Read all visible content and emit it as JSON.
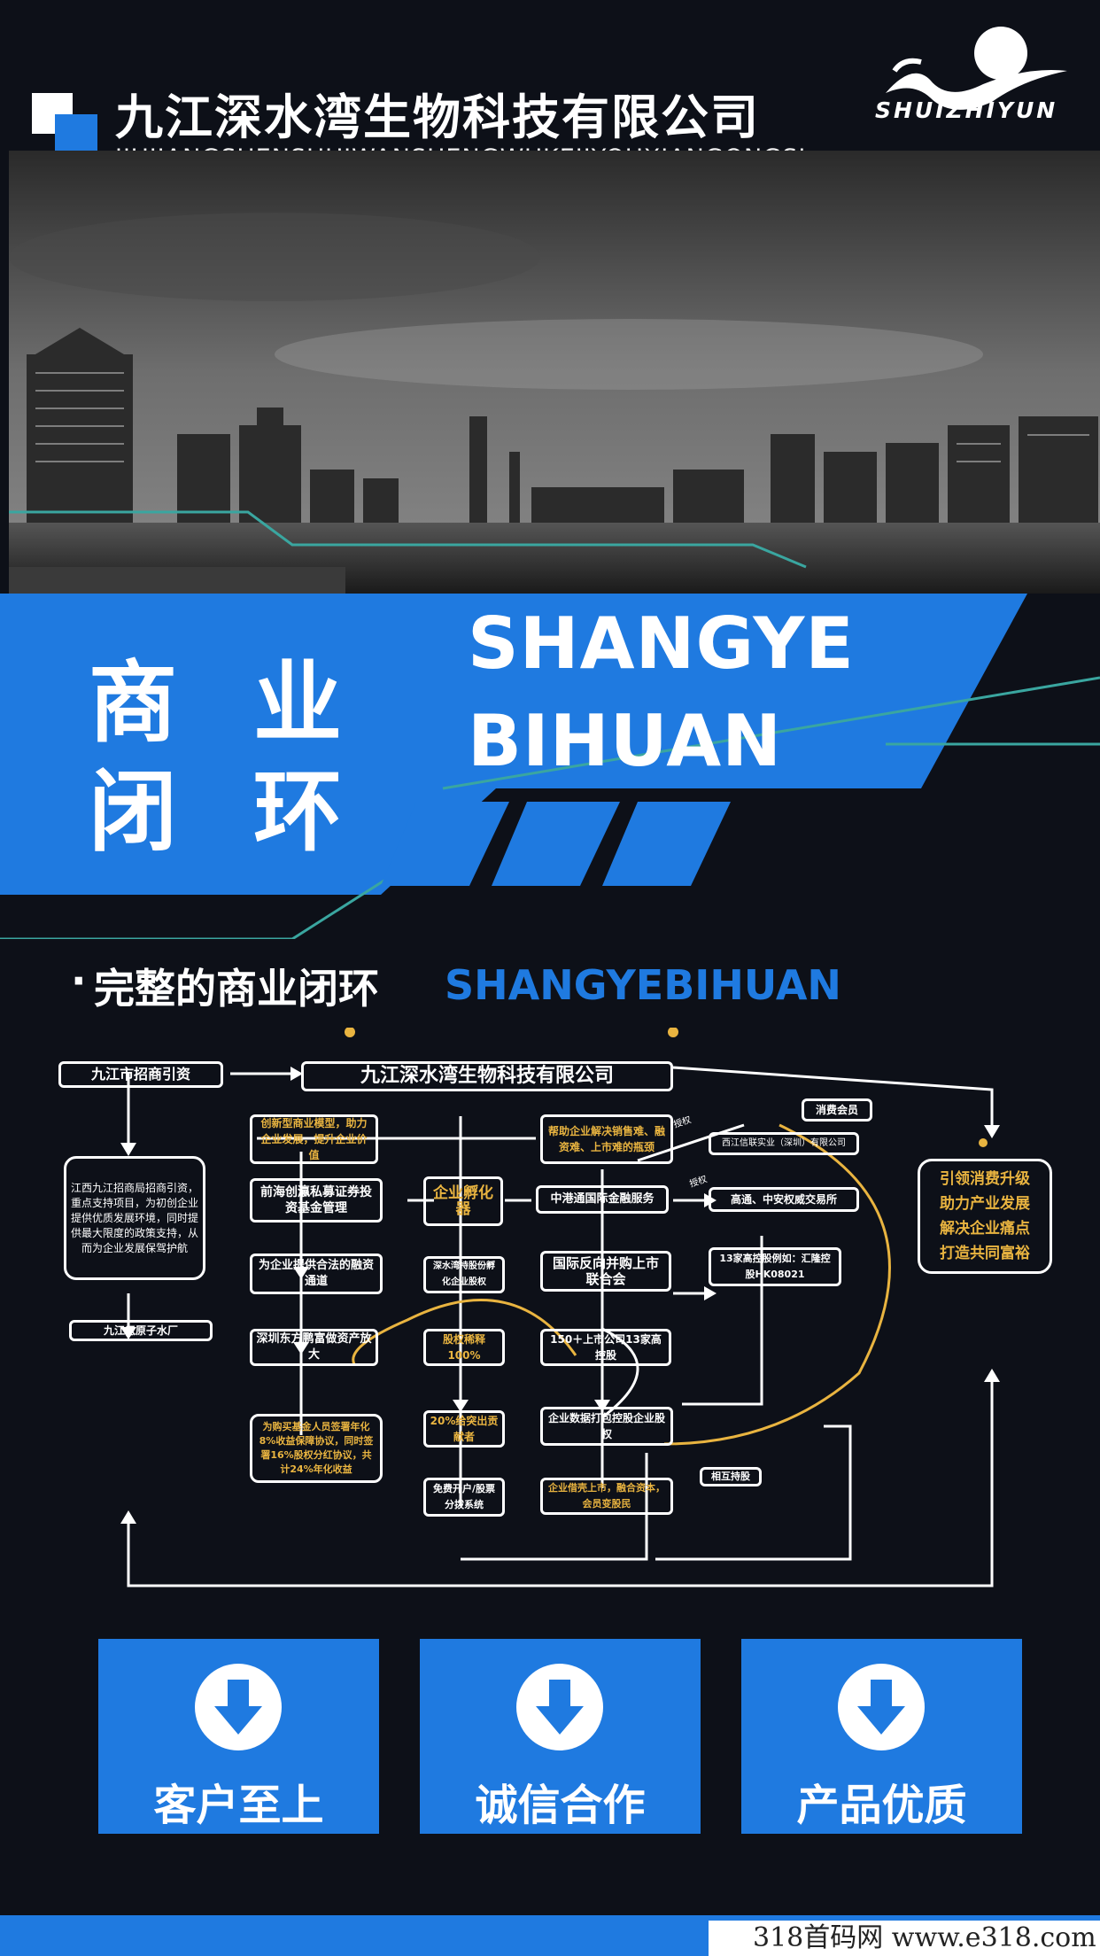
{
  "header": {
    "company_cn": "九江深水湾生物科技有限公司",
    "company_pinyin": "JIUJIANGSHENSHUIWANSHENGWUKEJIYOUXIANGONGSI",
    "brand_name": "SHUIZHIYUN"
  },
  "banner": {
    "cn_1": "商",
    "cn_2": "业",
    "cn_3": "闭",
    "cn_4": "环",
    "en_line1": "SHANGYE",
    "en_line2": "BIHUAN"
  },
  "section": {
    "bullet": "·",
    "title_cn": "完整的商业闭环",
    "title_en": "SHANGYEBIHUAN"
  },
  "diagram": {
    "top_left": "九江市招商引资",
    "center_top": "九江深水湾生物科技有限公司",
    "left_desc": "江西九江招商局招商引资，重点支持项目，为初创企业提供优质发展环境，同时提供最大限度的政策支持，从而为企业发展保驾护航",
    "left_bottom": "九江氢原子水厂",
    "box_innovate": "创新型商业模型，助力企业发展，提升企业价值",
    "box_help": "帮助企业解决销售难、融资难、上市难的瓶颈",
    "box_fund": "前海创瀛私募证券投资基金管理",
    "box_incubator": "企业孵化器",
    "box_hk_finance": "中港通国际金融服务",
    "box_finance_channel": "为企业提供合法的融资通道",
    "box_sws_equity": "深水湾持股份孵化企业股权",
    "box_merge": "国际反向并购上市联合会",
    "box_shenzhen": "深圳东方鹏富做资产放大",
    "box_dilute": "股权稀释100%",
    "box_150": "150＋上市公司13家高控股",
    "box_fund_desc": "为购买基金人员签署年化8%收益保障协议，同时签署16%股权分红协议，共计24%年化收益",
    "box_20pct": "20%给突出贡献者",
    "box_data_pack": "企业数据打包控股企业股权",
    "box_free_account": "免费开户/股票分拨系统",
    "box_listing": "企业借壳上市，融合资本，会员变股民",
    "box_member": "消费会员",
    "box_xixin": "西江信联实业（深圳）有限公司",
    "box_gaotong": "高通、中安权威交易所",
    "box_13": "13家高控股例如：汇隆控股HK08021",
    "box_mutual": "相互持股",
    "tag_authorize_1": "授权",
    "tag_authorize_2": "授权",
    "right_goals": [
      "引领消费升级",
      "助力产业发展",
      "解决企业痛点",
      "打造共同富裕"
    ]
  },
  "cards": [
    {
      "label": "客户至上"
    },
    {
      "label": "诚信合作"
    },
    {
      "label": "产品优质"
    }
  ],
  "watermark": {
    "text": "318首码网   www.e318.com"
  },
  "colors": {
    "accent_blue": "#1f7ae0",
    "background": "#0d1018",
    "gold": "#e9b440",
    "teal_line": "#3aa6a0"
  }
}
